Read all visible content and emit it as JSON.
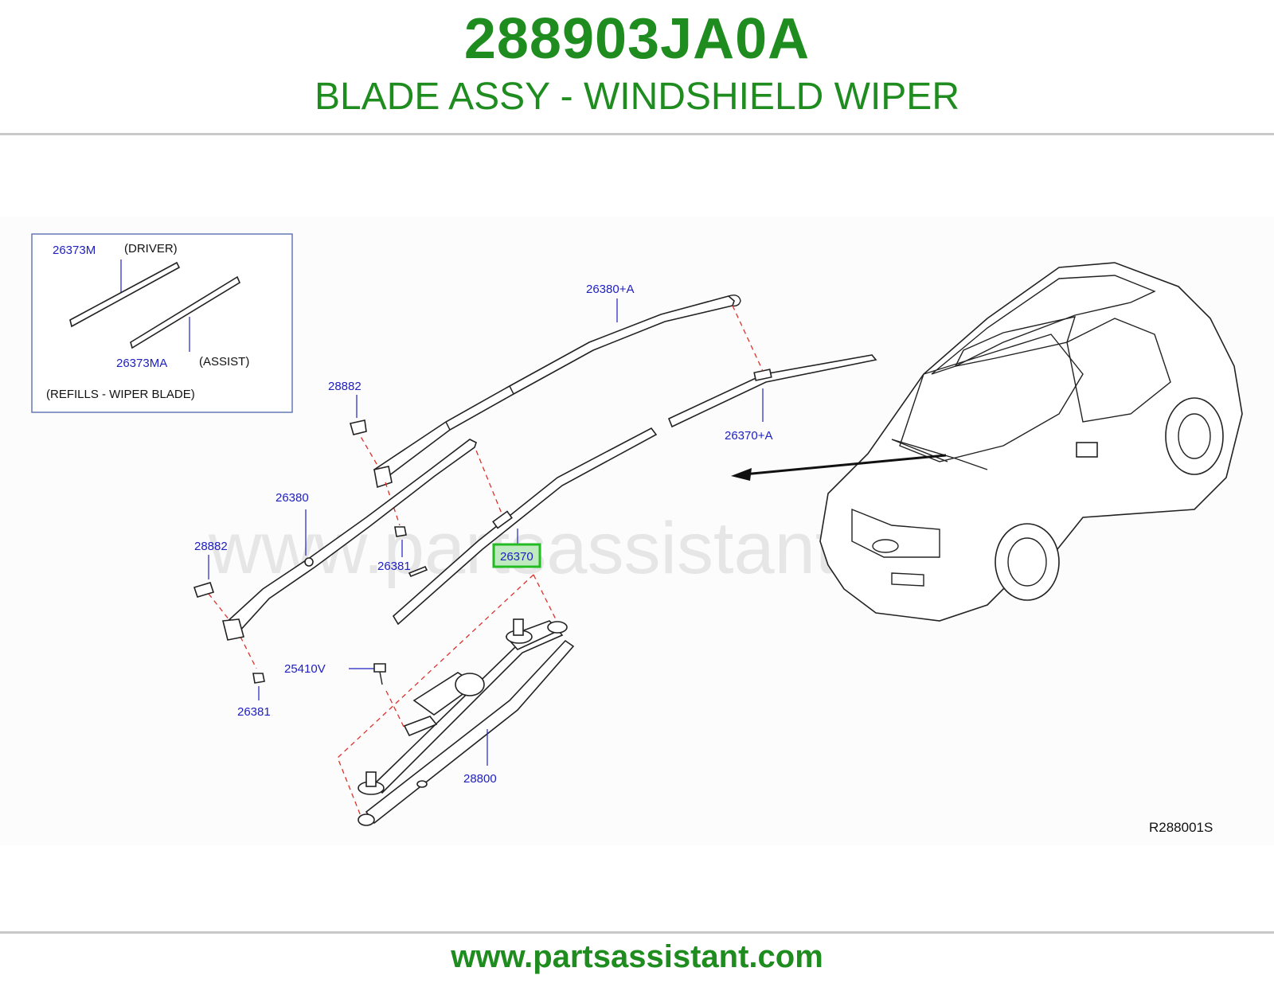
{
  "header": {
    "part_number": "288903JA0A",
    "description": "BLADE ASSY - WINDSHIELD WIPER"
  },
  "watermark": "www.partsassistant.com",
  "footer": {
    "url": "www.partsassistant.com"
  },
  "inset": {
    "driver_part": "26373M",
    "driver_note": "(DRIVER)",
    "assist_part": "26373MA",
    "assist_note": "(ASSIST)",
    "caption": "(REFILLS  -  WIPER  BLADE)"
  },
  "callouts": {
    "arm_assist": "26380+A",
    "blade_assist": "26370+A",
    "cap_upper": "28882",
    "arm_driver": "26380",
    "cap_lower": "28882",
    "nut_upper": "26381",
    "blade_driver": "26370",
    "bolt": "25410V",
    "nut_lower": "26381",
    "linkage_motor": "28800"
  },
  "highlighted_callout": "26370",
  "diagram_code": "R288001S",
  "colors": {
    "title_green": "#1e8c1e",
    "callout_blue": "#2020c0",
    "highlight_box": "#22bb22",
    "highlight_fill": "#bfe9bf",
    "dashed_red": "#e0302a"
  }
}
